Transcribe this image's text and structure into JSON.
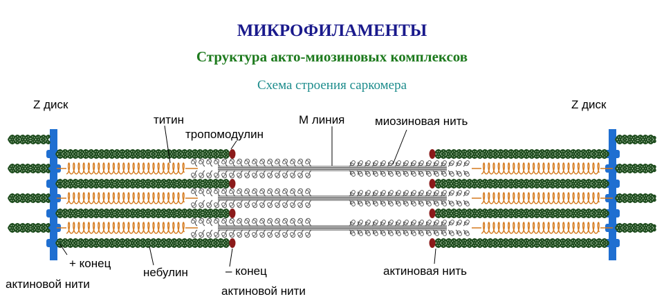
{
  "title": "МИКРОФИЛАМЕНТЫ",
  "subtitle": "Структура акто-миозиновых комплексов",
  "caption": "Схема строения саркомера",
  "labels": {
    "z_disk_left": "Z диск",
    "z_disk_right": "Z диск",
    "titin": "титин",
    "tropomodulin": "тропомодулин",
    "m_line": "M линия",
    "myosin_filament": "миозиновая нить",
    "plus_end_line1": "+ конец",
    "plus_end_line2": "актиновой нити",
    "nebulin": "небулин",
    "minus_end_line1": "– конец",
    "minus_end_line2": "актиновой нити",
    "actin_filament": "актиновая нить"
  },
  "colors": {
    "title": "#1a1a8c",
    "subtitle": "#1d7a1d",
    "caption": "#1d8c8c",
    "actin": "#1f4d1f",
    "actin_beads": "#e8f5e0",
    "titin": "#d4791c",
    "z_disk": "#1f6fd1",
    "tropomodulin_cap": "#8b1a1a",
    "myosin": "#555555"
  }
}
